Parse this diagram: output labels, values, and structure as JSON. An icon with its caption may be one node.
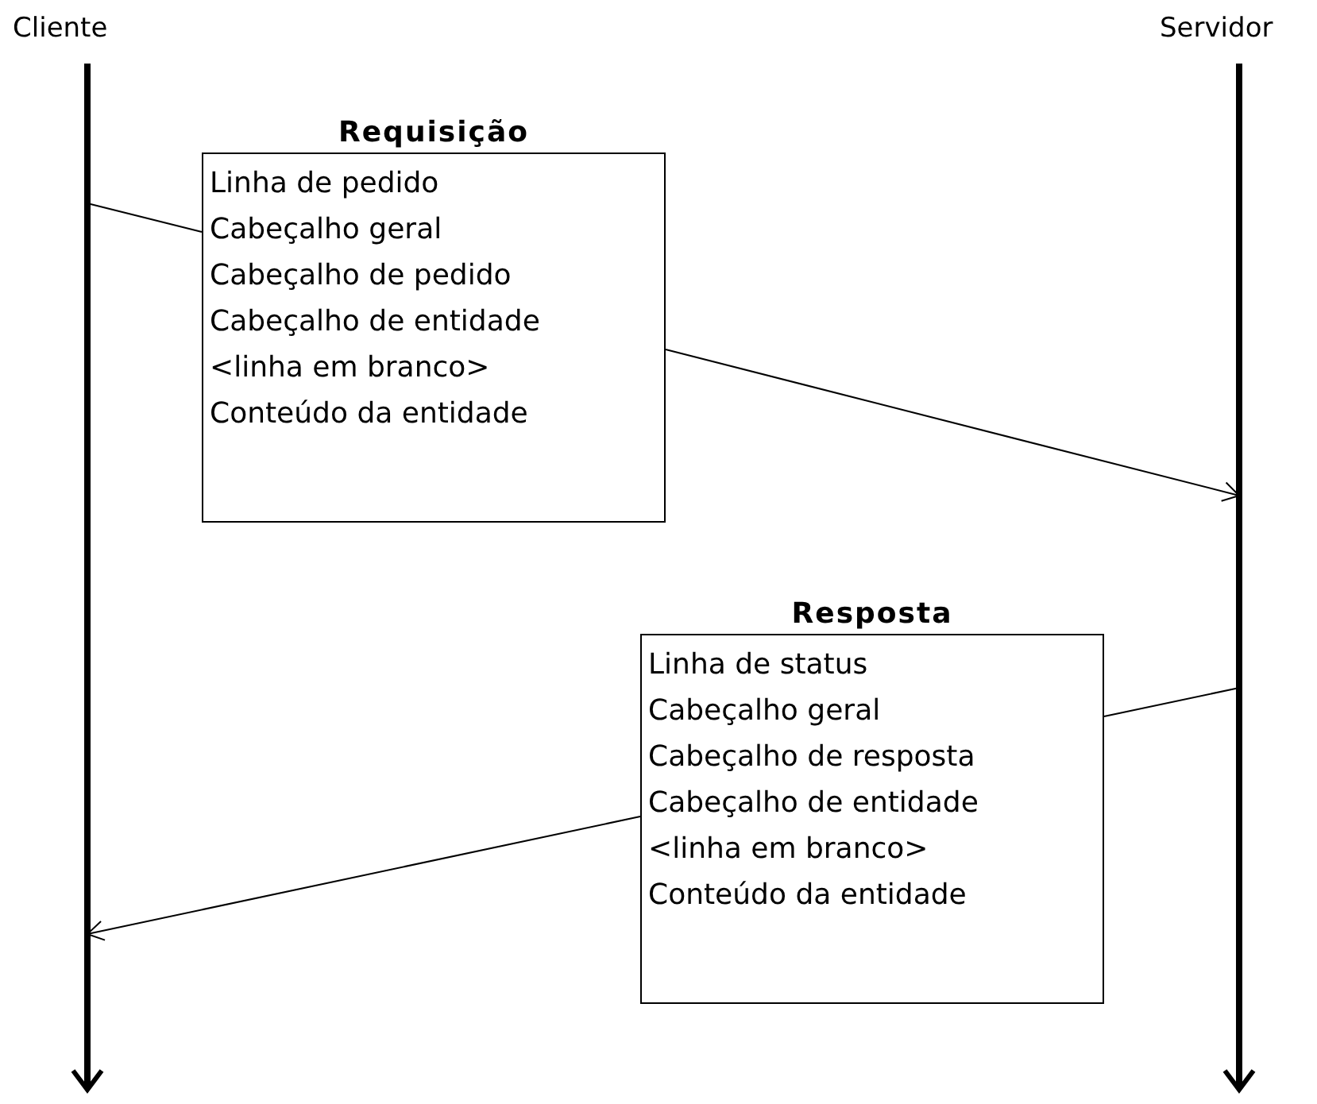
{
  "diagram": {
    "nodes": [
      {
        "text": [
          "Cliente"
        ]
      },
      {
        "text": [
          "Servidor"
        ]
      },
      {
        "text": [
          "Requisição",
          "Linha de pedido",
          "Cabeçalho geral",
          "Cabeçalho de pedido",
          "Cabeçalho de entidade",
          "<linha em branco>",
          "Conteúdo da entidade"
        ]
      },
      {
        "text": [
          "Resposta",
          "Linha de status",
          "Cabeçalho geral",
          "Cabeçalho de resposta",
          "Cabeçalho de entidade",
          "<linha em branco>",
          "Conteúdo da entidade"
        ]
      }
    ],
    "edges": [
      {
        "from": 0,
        "to": 2,
        "arrow": "none"
      },
      {
        "from": 2,
        "to": 1,
        "arrow": "to"
      },
      {
        "from": 1,
        "to": 3,
        "arrow": "none"
      },
      {
        "from": 3,
        "to": 0,
        "arrow": "to"
      }
    ]
  }
}
